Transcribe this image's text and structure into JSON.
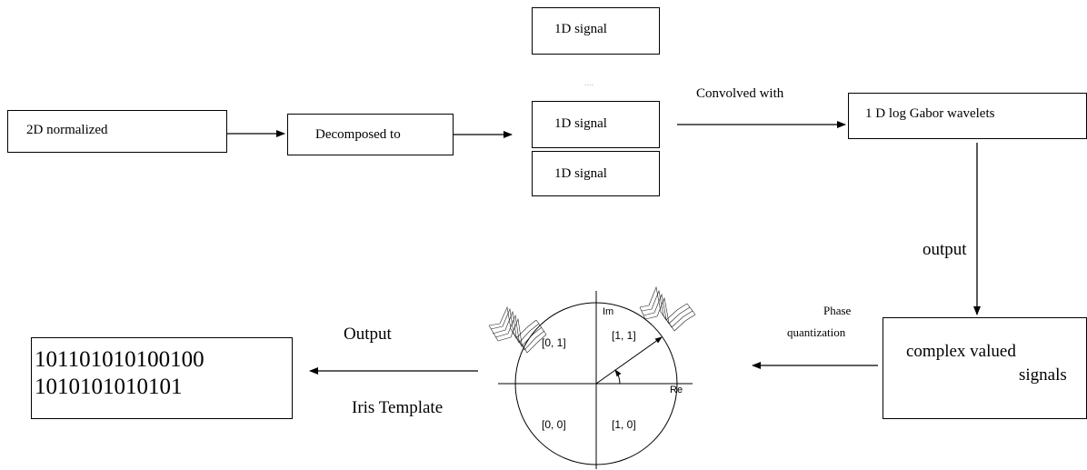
{
  "nodes": {
    "input": "2D normalized",
    "decompose": "Decomposed to",
    "signal_top": "1D signal",
    "signal_dots": "....",
    "signal_mid": "1D signal",
    "signal_bottom": "1D signal",
    "gabor": "1 D log Gabor wavelets",
    "complex_line1": "complex valued",
    "complex_line2": "signals",
    "template_line1": "101101010100100",
    "template_line2": "1010101010101"
  },
  "edges": {
    "convolved": "Convolved  with",
    "output_lower": "output",
    "phase_line1": "Phase",
    "phase_line2": "quantization",
    "output_upper": "Output",
    "iris_template": "Iris Template"
  },
  "phase_plot": {
    "axis_im": "Im",
    "axis_re": "Re",
    "q_tl": "[0, 1]",
    "q_tr": "[1, 1]",
    "q_bl": "[0, 0]",
    "q_br": "[1, 0]"
  }
}
